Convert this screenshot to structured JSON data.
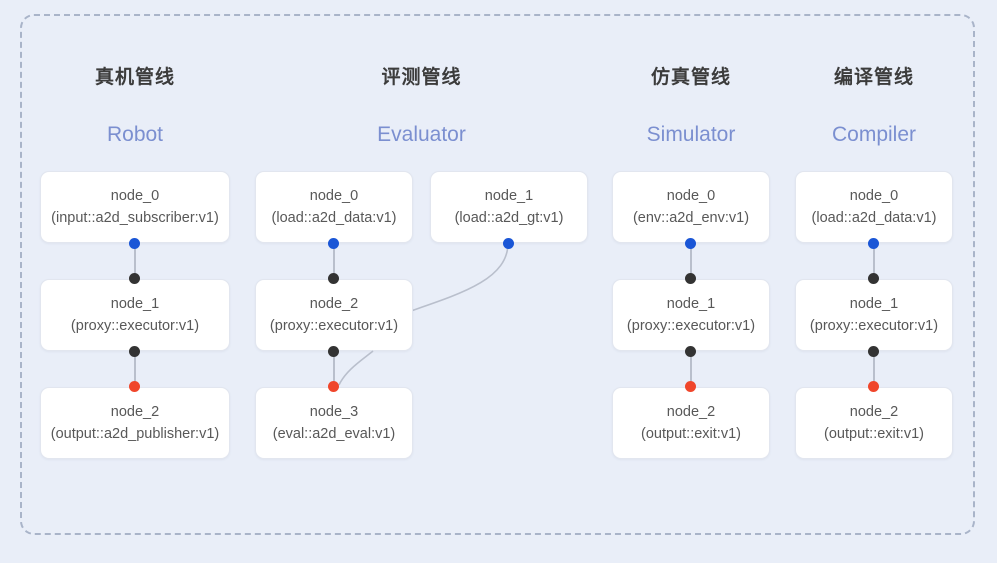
{
  "diagram": {
    "title_cn_note": "",
    "colors": {
      "background": "#e9eef8",
      "frame_border": "#a9b4c9",
      "node_fill": "#ffffff",
      "node_border": "#e2e6ef",
      "text": "#585858",
      "header_cn": "#3c3c3c",
      "header_en": "#7b8fd0",
      "dot_blue": "#1a56d6",
      "dot_black": "#333333",
      "dot_red": "#f0462b",
      "link": "#b9bfcc"
    }
  },
  "columns": [
    {
      "id": "robot",
      "title_cn": "真机管线",
      "title_en": "Robot",
      "nodes": [
        {
          "name": "node_0",
          "type": "(input::a2d_subscriber:v1)"
        },
        {
          "name": "node_1",
          "type": "(proxy::executor:v1)"
        },
        {
          "name": "node_2",
          "type": "(output::a2d_publisher:v1)"
        }
      ]
    },
    {
      "id": "evaluator",
      "title_cn": "评测管线",
      "title_en": "Evaluator",
      "nodes": [
        {
          "name": "node_0",
          "type": "(load::a2d_data:v1)"
        },
        {
          "name": "node_1",
          "type": "(load::a2d_gt:v1)"
        },
        {
          "name": "node_2",
          "type": "(proxy::executor:v1)"
        },
        {
          "name": "node_3",
          "type": "(eval::a2d_eval:v1)"
        }
      ]
    },
    {
      "id": "simulator",
      "title_cn": "仿真管线",
      "title_en": "Simulator",
      "nodes": [
        {
          "name": "node_0",
          "type": "(env::a2d_env:v1)"
        },
        {
          "name": "node_1",
          "type": "(proxy::executor:v1)"
        },
        {
          "name": "node_2",
          "type": "(output::exit:v1)"
        }
      ]
    },
    {
      "id": "compiler",
      "title_cn": "编译管线",
      "title_en": "Compiler",
      "nodes": [
        {
          "name": "node_0",
          "type": "(load::a2d_data:v1)"
        },
        {
          "name": "node_1",
          "type": "(proxy::executor:v1)"
        },
        {
          "name": "node_2",
          "type": "(output::exit:v1)"
        }
      ]
    }
  ]
}
